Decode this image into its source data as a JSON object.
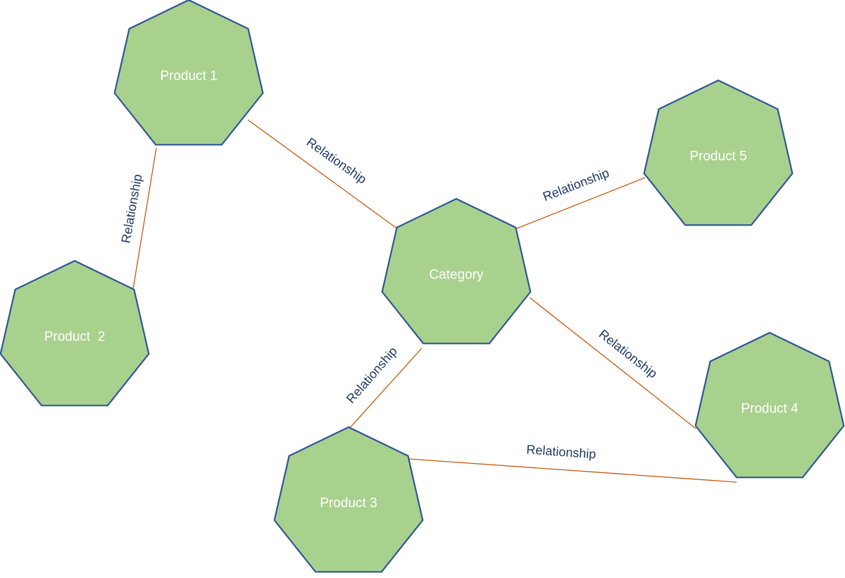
{
  "diagram": {
    "nodes": [
      {
        "id": "product1",
        "label": "Product 1"
      },
      {
        "id": "product2",
        "label": "Product  2"
      },
      {
        "id": "category",
        "label": "Category"
      },
      {
        "id": "product5",
        "label": "Product 5"
      },
      {
        "id": "product4",
        "label": "Product 4"
      },
      {
        "id": "product3",
        "label": "Product 3"
      }
    ],
    "edges": [
      {
        "from": "product1",
        "to": "product2",
        "label": "Relationship"
      },
      {
        "from": "product1",
        "to": "category",
        "label": "Relationship"
      },
      {
        "from": "category",
        "to": "product5",
        "label": "Relationship"
      },
      {
        "from": "category",
        "to": "product4",
        "label": "Relationship"
      },
      {
        "from": "category",
        "to": "product3",
        "label": "Relationship"
      },
      {
        "from": "product3",
        "to": "product4",
        "label": "Relationship"
      }
    ]
  },
  "colors": {
    "node_fill": "#a9d18e",
    "node_stroke": "#2f5597",
    "node_text": "#ffffff",
    "edge_line": "#c55a11",
    "edge_text": "#1f3864"
  }
}
